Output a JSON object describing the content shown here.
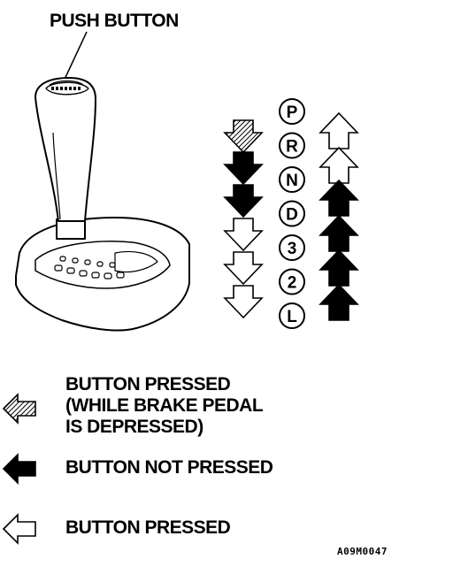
{
  "callout_label": "PUSH BUTTON",
  "gears": [
    "P",
    "R",
    "N",
    "D",
    "3",
    "2",
    "L"
  ],
  "legend": [
    {
      "icon": "hatched-arrow-icon",
      "lines": [
        "BUTTON PRESSED",
        "(WHILE BRAKE PEDAL",
        "IS DEPRESSED)"
      ]
    },
    {
      "icon": "solid-arrow-icon",
      "lines": [
        "BUTTON NOT PRESSED"
      ]
    },
    {
      "icon": "outline-arrow-icon",
      "lines": [
        "BUTTON PRESSED"
      ]
    }
  ],
  "figure_code": "A09M0047"
}
